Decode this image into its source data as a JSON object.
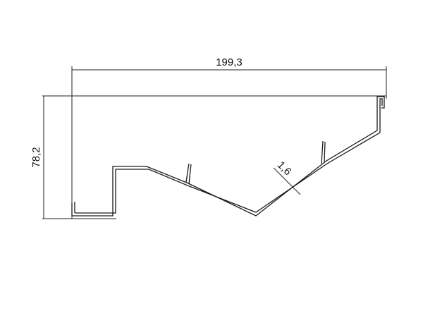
{
  "drawing": {
    "overall_width_label": "199,3",
    "height_label": "78,2",
    "thickness_label": "1,6"
  }
}
